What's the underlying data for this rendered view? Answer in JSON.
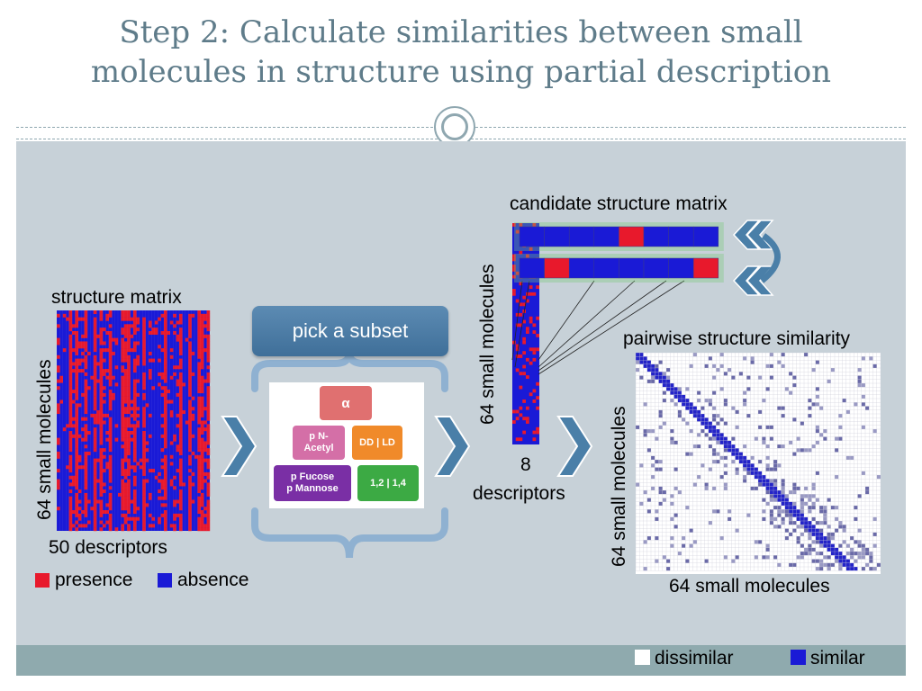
{
  "title_line1": "Step 2: Calculate similarities between small",
  "title_line2": "molecules in structure using partial description",
  "labels": {
    "structure_matrix": "structure matrix",
    "rows_64_a": "64 small molecules",
    "cols_50": "50 descriptors",
    "presence": "presence",
    "absence": "absence",
    "pick_subset": "pick a subset",
    "candidate_matrix": "candidate structure matrix",
    "rows_64_b": "64 small molecules",
    "eight": "8",
    "descriptors": "descriptors",
    "pairwise": "pairwise structure similarity",
    "rows_64_c": "64 small molecules",
    "cols_64": "64 small molecules",
    "dissimilar": "dissimilar",
    "similar": "similar"
  },
  "subset_blocks": {
    "alpha": "α",
    "n_acetyl_1": "p N-",
    "n_acetyl_2": "Acetyl",
    "dd_ld": "DD | LD",
    "fucose": "p Fucose",
    "mannose": "p Mannose",
    "linkage": "1,2 | 1,4"
  },
  "colors": {
    "presence": "#e8192c",
    "absence": "#1a1ad6",
    "similar": "#1a1ad6",
    "dissimilar": "#ffffff",
    "arrow": "#4a7fa8",
    "title": "#5f7c8a"
  },
  "candidate_rows": [
    [
      0,
      0,
      0,
      0,
      1,
      0,
      0,
      0
    ],
    [
      0,
      1,
      0,
      0,
      0,
      0,
      0,
      1
    ]
  ]
}
